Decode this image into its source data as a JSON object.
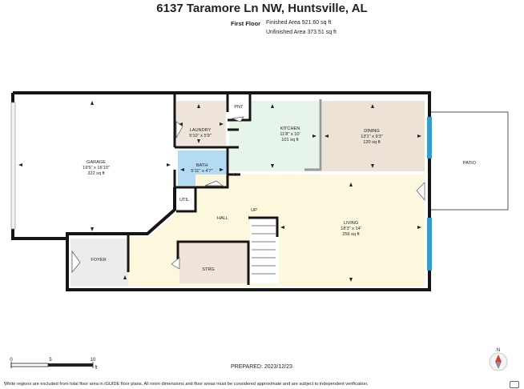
{
  "header": {
    "title": "6137 Taramore Ln NW, Huntsville, AL",
    "floor_label": "First Floor",
    "finished_area": "Finished Area 921.60 sq ft",
    "unfinished_area": "Unfinished Area 373.51 sq ft"
  },
  "rooms": {
    "garage": {
      "name": "GARAGE",
      "dims": "19'5\" x 16'10\"",
      "area": "322 sq ft",
      "color": "#ffffff"
    },
    "laundry": {
      "name": "LAUNDRY",
      "dims": "5'10\" x 5'9\"",
      "color": "#efe5da"
    },
    "pnt": {
      "name": "PNT",
      "color": "#ffffff"
    },
    "kitchen": {
      "name": "KITCHEN",
      "dims": "11'8\" x 10'",
      "area": "101 sq ft",
      "color": "#e6f4ea"
    },
    "dining": {
      "name": "DINING",
      "dims": "13'1\" x 9'3\"",
      "area": "120 sq ft",
      "color": "#ece2d6"
    },
    "bath": {
      "name": "BATH",
      "dims": "5'11\" x 4'7\"",
      "color": "#b3dcf4"
    },
    "util": {
      "name": "UTIL",
      "color": "#ffffff"
    },
    "hall": {
      "name": "HALL",
      "color": "#fbf8dd"
    },
    "up": {
      "name": "UP"
    },
    "living": {
      "name": "LIVING",
      "dims": "18'3\" x 14'",
      "area": "256 sq ft",
      "color": "#fbf8dd"
    },
    "foyer": {
      "name": "FOYER",
      "color": "#ececec"
    },
    "strg": {
      "name": "STRG",
      "color": "#efe5da"
    },
    "patio": {
      "name": "PATIO",
      "color": "#ffffff"
    }
  },
  "scale_bar": {
    "labels": [
      "0",
      "5",
      "10"
    ],
    "unit": "ft"
  },
  "prepared": "PREPARED: 2023/12/23",
  "compass": {
    "letter": "N",
    "color": "#d83a2e"
  },
  "footer": {
    "disclaimer": "White regions are excluded from total floor area in iGUIDE floor plans. All room dimensions and floor areas must be considered approximate and are subject to independent verification."
  }
}
